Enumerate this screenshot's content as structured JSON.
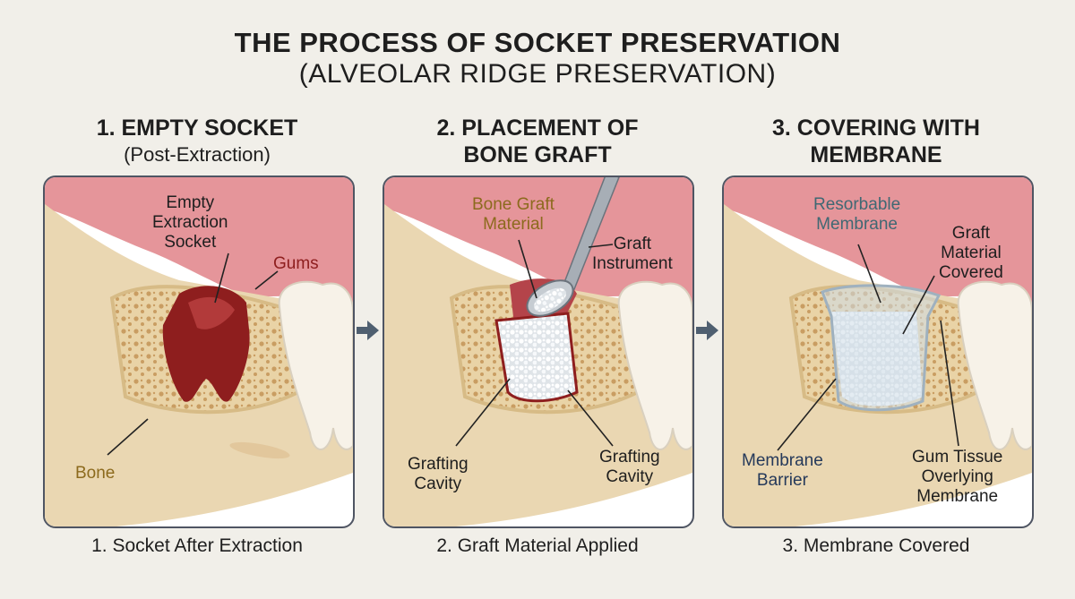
{
  "title": {
    "line1": "THE PROCESS OF SOCKET PRESERVATION",
    "line2": "(ALVEOLAR RIDGE PRESERVATION)"
  },
  "steps": [
    {
      "heading_line1": "1. EMPTY SOCKET",
      "heading_line2": "(Post-Extraction)",
      "labels": {
        "socket": "Empty\nExtraction\nSocket",
        "gums": "Gums",
        "bone": "Bone"
      },
      "caption": "1. Socket After Extraction"
    },
    {
      "heading_line1": "2. PLACEMENT OF",
      "heading_line2": "BONE GRAFT",
      "labels": {
        "graft_material": "Bone Graft\nMaterial",
        "instrument": "Graft\nInstrument",
        "cavity_left": "Grafting\nCavity",
        "cavity_right": "Grafting\nCavity"
      },
      "caption": "2. Graft Material Applied"
    },
    {
      "heading_line1": "3. COVERING WITH",
      "heading_line2": "MEMBRANE",
      "labels": {
        "resorbable": "Resorbable\nMembrane",
        "covered": "Graft\nMaterial\nCovered",
        "barrier": "Membrane\nBarrier",
        "gum_tissue": "Gum Tissue\nOverlying\nMembrane"
      },
      "caption": "3. Membrane Covered"
    }
  ],
  "colors": {
    "gum": "#e5959a",
    "bone": "#ead7b2",
    "socket": "#8e1e1e",
    "graft": "#f2f4f6",
    "arrow": "#4f5f70"
  }
}
